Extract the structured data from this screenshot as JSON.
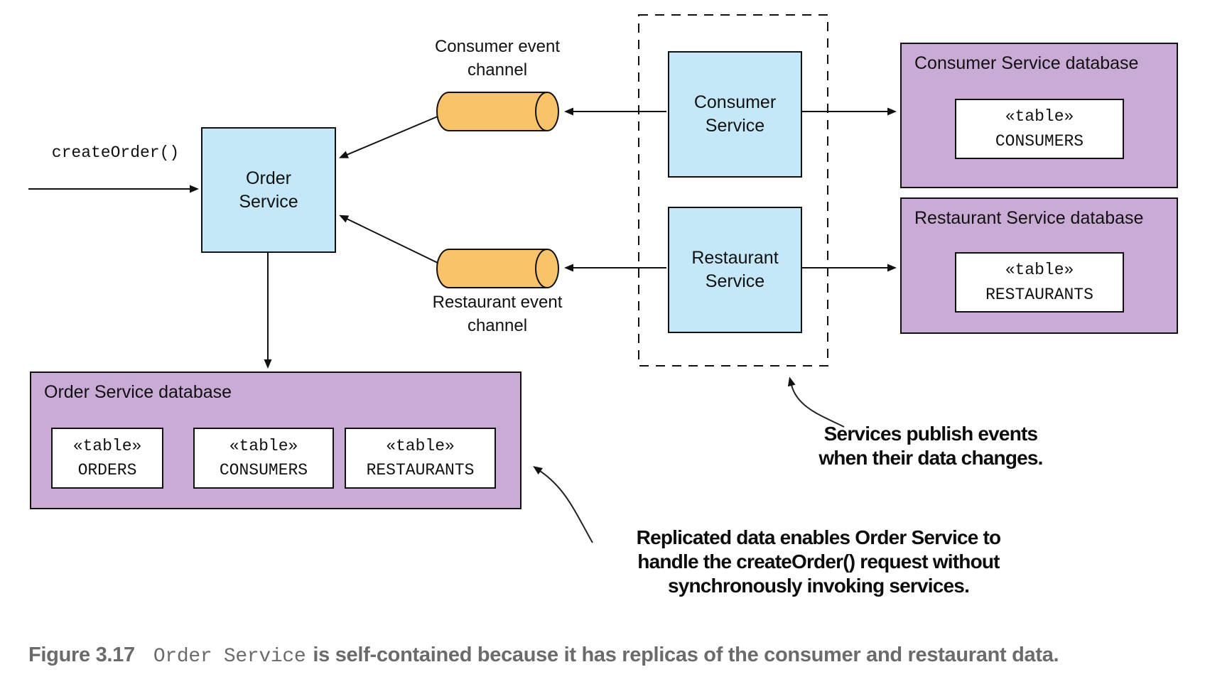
{
  "colors": {
    "service_fill": "#c4e8f8",
    "database_fill": "#c9abd6",
    "channel_fill": "#f9c369",
    "stroke": "#111111",
    "caption_text": "#6b6b6b"
  },
  "labels": {
    "create_order": "createOrder()",
    "consumer_channel": "Consumer event\nchannel",
    "restaurant_channel": "Restaurant event\nchannel"
  },
  "services": {
    "order": "Order\nService",
    "consumer": "Consumer\nService",
    "restaurant": "Restaurant\nService"
  },
  "databases": {
    "consumer": {
      "title": "Consumer Service database",
      "tables": [
        {
          "stereotype": "«table»",
          "name": "CONSUMERS"
        }
      ]
    },
    "restaurant": {
      "title": "Restaurant Service database",
      "tables": [
        {
          "stereotype": "«table»",
          "name": "RESTAURANTS"
        }
      ]
    },
    "order": {
      "title": "Order Service database",
      "own_tables": [
        {
          "stereotype": "«table»",
          "name": "ORDERS"
        }
      ],
      "replicated_tables": [
        {
          "stereotype": "«table»",
          "name": "CONSUMERS"
        },
        {
          "stereotype": "«table»",
          "name": "RESTAURANTS"
        }
      ]
    }
  },
  "annotations": {
    "publish": "Services publish events\nwhen their data changes.",
    "replicated": "Replicated data enables Order Service to\nhandle the createOrder() request without\nsynchronously invoking services."
  },
  "caption": {
    "figure": "Figure 3.17",
    "code": "Order Service",
    "text": "is self-contained because it has replicas of the consumer and restaurant data."
  }
}
